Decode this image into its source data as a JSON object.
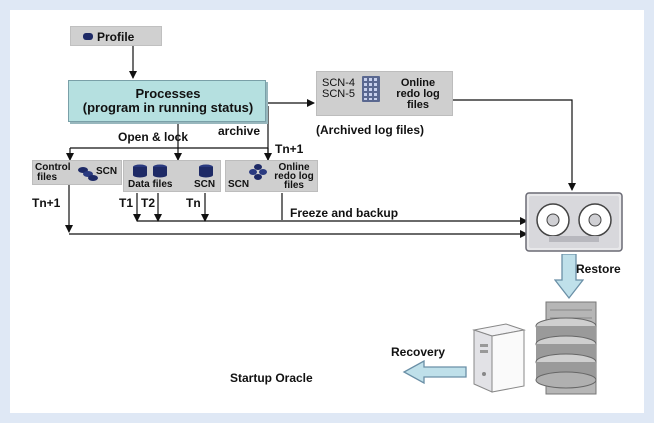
{
  "profile": {
    "label": "Profile"
  },
  "processes": {
    "line1": "Processes",
    "line2": "(program in running status)"
  },
  "online_redo_top": {
    "scn_a": "SCN-4",
    "scn_b": "SCN-5",
    "line1": "Online",
    "line2": "redo log",
    "line3": "files"
  },
  "archived": {
    "label": "(Archived log files)"
  },
  "archive": {
    "label": "archive"
  },
  "tn1_top": {
    "label": "Tn+1"
  },
  "open_lock": {
    "label": "Open & lock"
  },
  "control": {
    "line1": "Control",
    "line2": "files",
    "scn": "SCN"
  },
  "data_files": {
    "label": "Data files",
    "scn": "SCN"
  },
  "online_redo_mid": {
    "scn": "SCN",
    "line1": "Online",
    "line2": "redo log",
    "line3": "files"
  },
  "timing": {
    "tn1_left": "Tn+1",
    "t1": "T1",
    "t2": "T2",
    "tn": "Tn"
  },
  "freeze": {
    "label": "Freeze and backup"
  },
  "restore": {
    "label": "Restore"
  },
  "recovery": {
    "label": "Recovery"
  },
  "startup": {
    "label": "Startup Oracle"
  }
}
